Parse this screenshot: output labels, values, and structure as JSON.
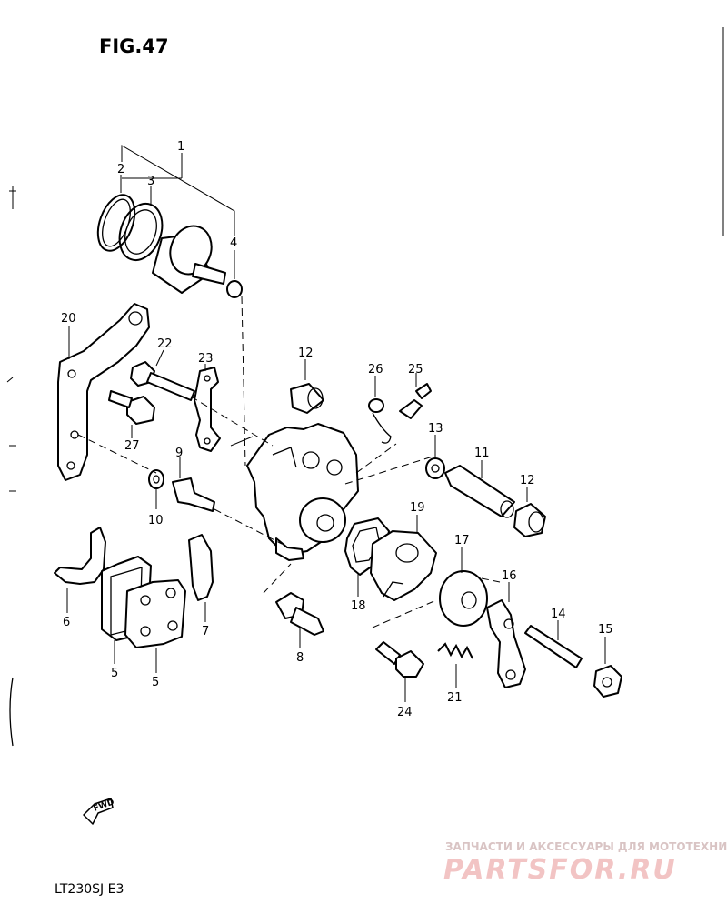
{
  "figure": {
    "title": "FIG.47",
    "model": "LT230SJ  E3"
  },
  "callouts": {
    "c1": "1",
    "c2": "2",
    "c3": "3",
    "c4": "4",
    "c5a": "5",
    "c5b": "5",
    "c6": "6",
    "c7": "7",
    "c8": "8",
    "c9": "9",
    "c10": "10",
    "c11": "11",
    "c12a": "12",
    "c12b": "12",
    "c13": "13",
    "c14": "14",
    "c15": "15",
    "c16": "16",
    "c17": "17",
    "c18": "18",
    "c19": "19",
    "c20": "20",
    "c21": "21",
    "c22": "22",
    "c23": "23",
    "c24": "24",
    "c25": "25",
    "c26": "26",
    "c27": "27"
  },
  "fwd_label": "FWD",
  "watermark": {
    "tagline": "ЗАПЧАСТИ И АКСЕССУАРЫ ДЛЯ МОТОТЕХНИКИ",
    "logo": "PARTSFOR.RU"
  }
}
